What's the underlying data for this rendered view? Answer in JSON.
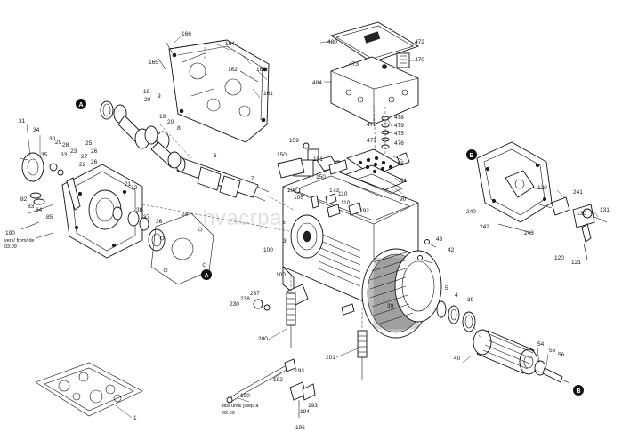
{
  "watermark": "hvacrpartsusa.com",
  "markers": {
    "a": "A",
    "b": "B"
  },
  "notes": {
    "from_version": "vers/ from/ de",
    "from_date": "03.09",
    "until_version": "bis/ until/ jusqu'à",
    "until_date": "02.09"
  },
  "labels": {
    "l1": "1",
    "l3": "3",
    "l4": "4",
    "l5": "5",
    "l6": "6",
    "l7": "7",
    "l8": "8",
    "l9": "9",
    "l19": "19",
    "l19b": "19",
    "l20": "20",
    "l20b": "20",
    "l21": "21",
    "l22": "22",
    "l23": "23",
    "l24": "24",
    "l25": "25",
    "l26": "26",
    "l27": "27",
    "l28": "28",
    "l29": "29",
    "l30": "30",
    "l31": "31",
    "l32": "32",
    "l33": "33",
    "l34": "34",
    "l35": "35",
    "l36": "36",
    "l37": "37",
    "l38": "38",
    "l39": "39",
    "l39b": "39",
    "l40": "40",
    "l42": "42",
    "l43": "43",
    "l54": "54",
    "l55": "55",
    "l56": "56",
    "l82": "82",
    "l83": "83",
    "l84": "84",
    "l85": "85",
    "l90": "90",
    "l91": "91",
    "l95": "95",
    "l100": "100",
    "l102": "102",
    "l105": "105",
    "l110": "110",
    "l120": "120",
    "l121": "121",
    "l130": "130",
    "l131": "131",
    "l150": "150",
    "l151": "151",
    "l159": "159",
    "l160": "160",
    "l161": "161",
    "l162": "162",
    "l164": "164",
    "l165": "165",
    "l166": "166",
    "l173": "173",
    "l190": "190",
    "l192": "192",
    "l193": "193",
    "l193b": "193",
    "l194": "194",
    "l195": "195",
    "l200": "200",
    "l201": "201",
    "l230": "230",
    "l237": "237",
    "l238": "238",
    "l240": "240",
    "l241": "241",
    "l242": "242",
    "l243": "243",
    "l470": "470",
    "l472": "472",
    "l473": "473",
    "l475": "475",
    "l475b": "475",
    "l476": "476",
    "l477": "477",
    "l478": "478",
    "l479": "479",
    "l480": "480",
    "l484": "484",
    "l190b": "190",
    "l110b": "110"
  }
}
